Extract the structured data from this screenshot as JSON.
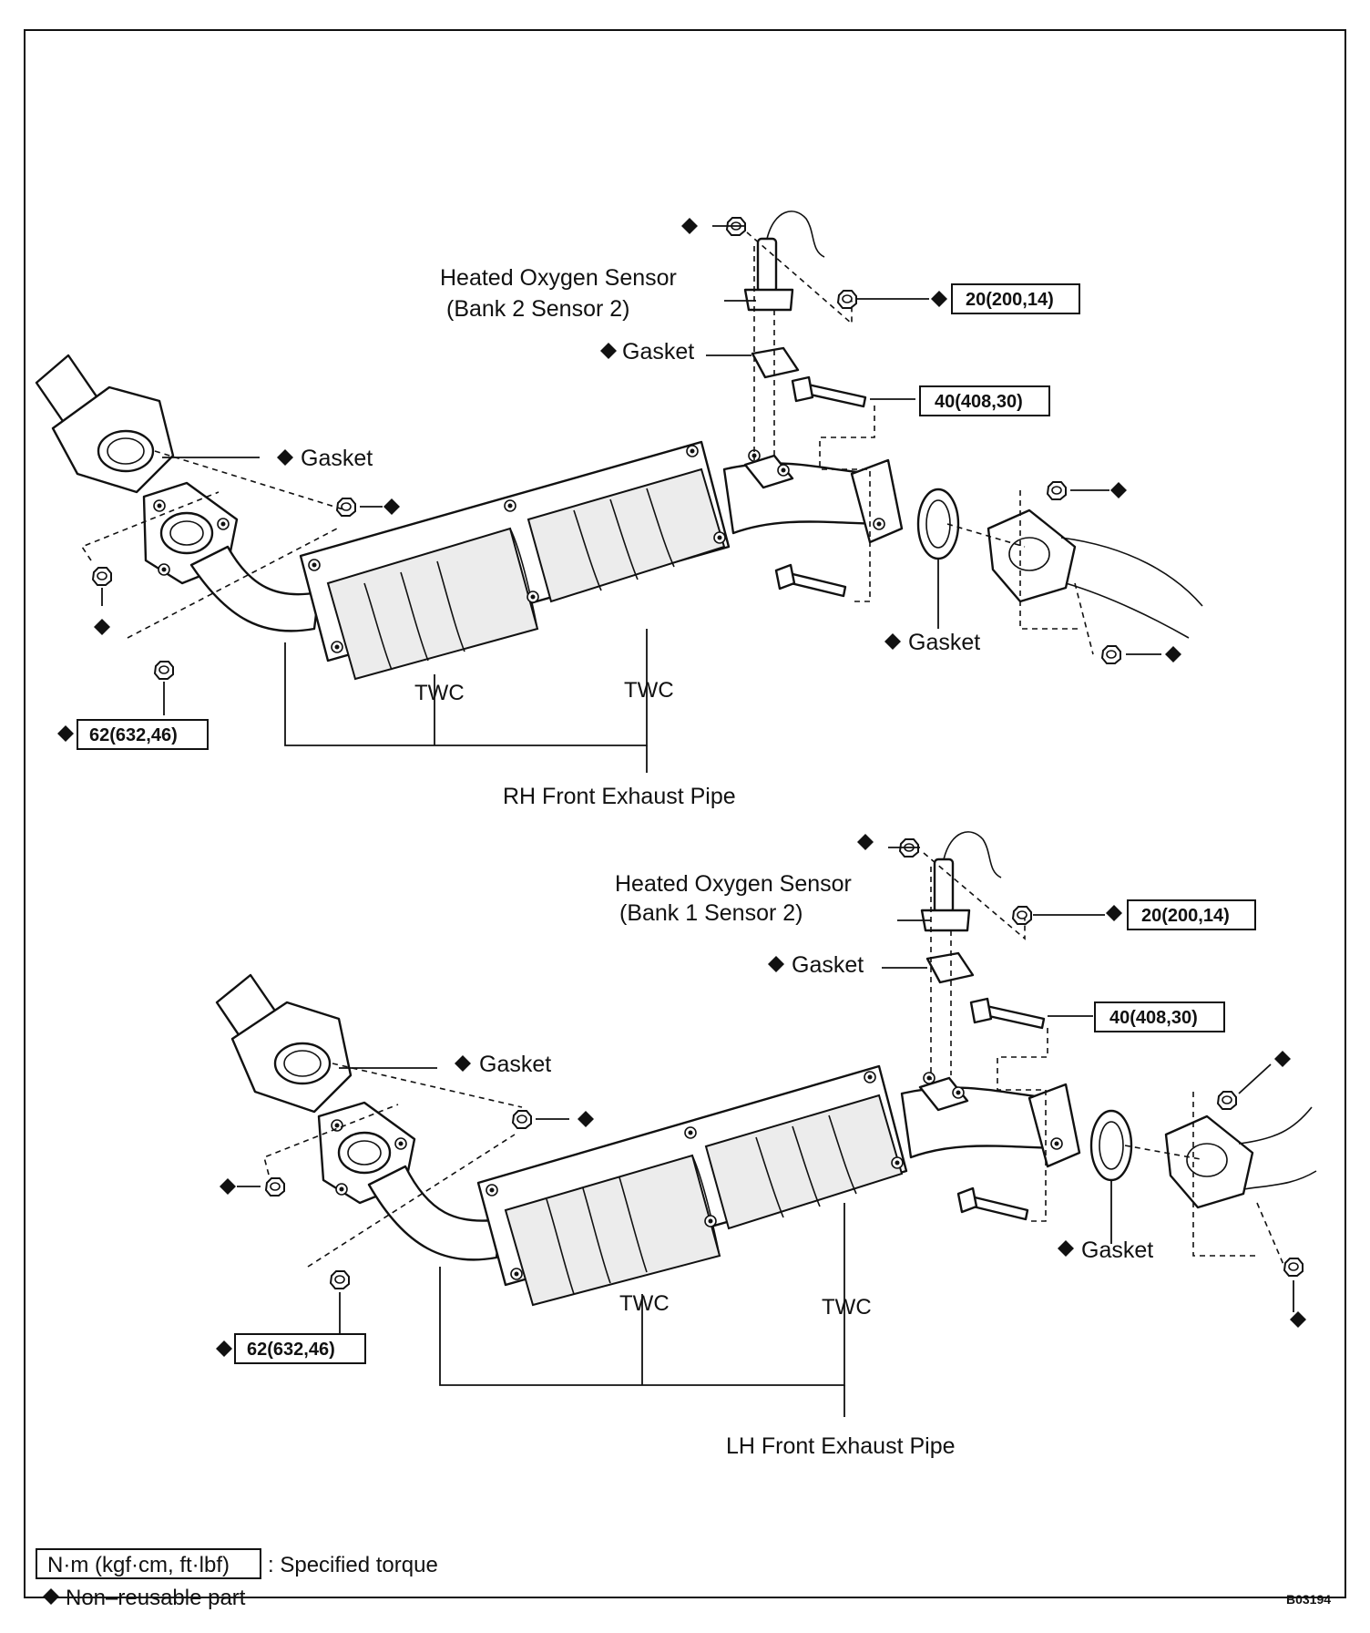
{
  "upper": {
    "sensor_label_1": "Heated Oxygen Sensor",
    "sensor_label_2": "(Bank 2 Sensor 2)",
    "gasket_sensor": "Gasket",
    "gasket_manifold": "Gasket",
    "gasket_rear": "Gasket",
    "torque_sensor": "20(200,14)",
    "torque_bolt": "40(408,30)",
    "torque_manifold": "62(632,46)",
    "twc_1": "TWC",
    "twc_2": "TWC",
    "pipe_name": "RH Front Exhaust Pipe"
  },
  "lower": {
    "sensor_label_1": "Heated Oxygen Sensor",
    "sensor_label_2": "(Bank 1 Sensor 2)",
    "gasket_sensor": "Gasket",
    "gasket_manifold": "Gasket",
    "gasket_rear": "Gasket",
    "torque_sensor": "20(200,14)",
    "torque_bolt": "40(408,30)",
    "torque_manifold": "62(632,46)",
    "twc_1": "TWC",
    "twc_2": "TWC",
    "pipe_name": "LH Front Exhaust Pipe"
  },
  "legend": {
    "torque_units": "N·m (kgf·cm, ft·lbf)",
    "torque_desc": ": Specified torque",
    "nonreusable_desc": "Non–reusable part"
  },
  "figure_code": "B03194",
  "icons": {
    "non_reusable": "diamond-icon"
  }
}
